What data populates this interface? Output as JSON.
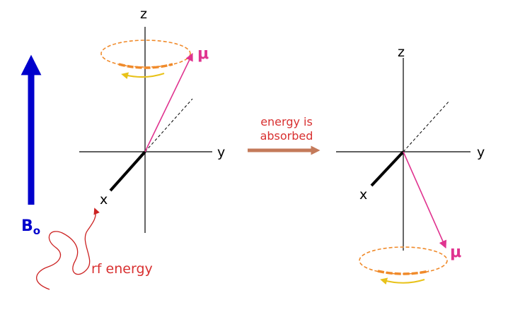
{
  "field": {
    "label": "B",
    "subscript": "o"
  },
  "axes": {
    "x": "x",
    "y": "y",
    "z": "z"
  },
  "moment": {
    "symbol": "μ"
  },
  "rf": {
    "label": "rf energy"
  },
  "transition": {
    "line1": "energy is",
    "line2": "absorbed"
  },
  "colors": {
    "field_arrow": "#0000cc",
    "moment": "#e0338f",
    "precession": "#f08a2a",
    "precession_arrow": "#e8c21a",
    "rf_wave": "#cc2222",
    "transition_arrow": "#c47a5a",
    "label_red": "#d83030"
  },
  "icons": [
    "field-arrow-icon",
    "precession-ellipse-icon",
    "rotation-arrow-icon",
    "wavy-rf-arrow-icon",
    "transition-arrow-icon"
  ]
}
